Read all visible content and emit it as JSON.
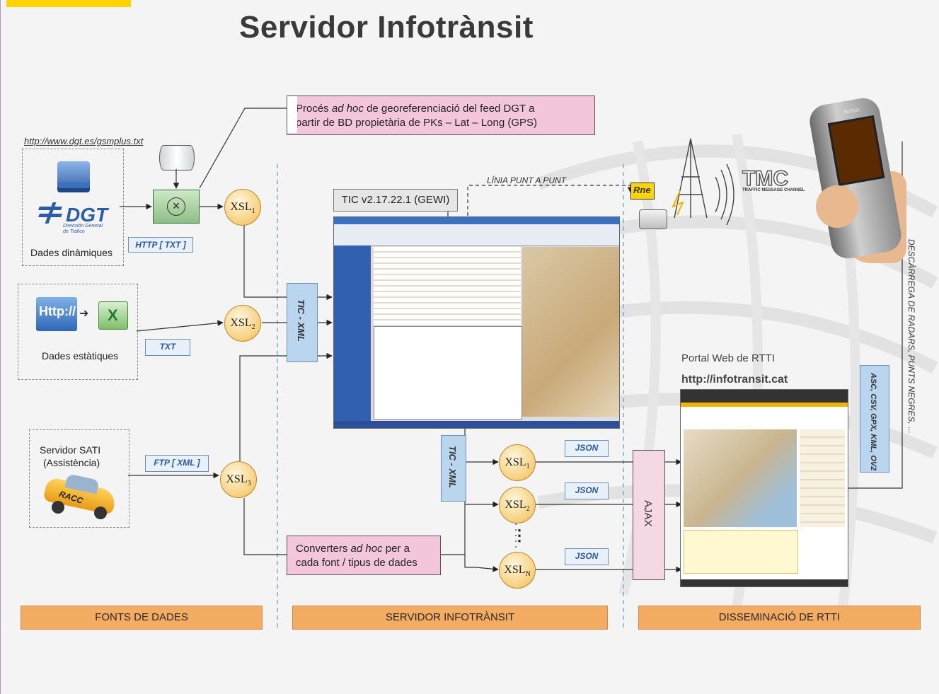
{
  "title": "Servidor Infotrànsit",
  "sources": {
    "dgt_url": "http://www.dgt.es/gsmplus.txt",
    "dgt_logo": "DGT",
    "dgt_sub": "Dirección General de Tráfico",
    "dynamic_label": "Dades dinàmiques",
    "http_txt": "HTTP [ TXT ]",
    "http_logo": "Http://",
    "excel_logo": "X",
    "static_label": "Dades estàtiques",
    "txt": "TXT",
    "sati_line1": "Servidor SATI",
    "sati_line2": "(Assistència)",
    "car_logo": "RACC",
    "ftp_xml": "FTP [ XML ]"
  },
  "xsl": {
    "base": "XSL",
    "sub1": "1",
    "sub2": "2",
    "sub3": "3",
    "subN": "N"
  },
  "callouts": {
    "georef_pre": "Procés ",
    "georef_em": "ad hoc",
    "georef_post": " de georeferenciació del feed DGT a",
    "georef_line2": "partir de BD propietària de PKs – Lat – Long (GPS)",
    "conv_pre": "Converters ",
    "conv_em": "ad hoc",
    "conv_post": " per a",
    "conv_line2": "cada font / tipus de dades"
  },
  "server": {
    "tic_version": "TIC v2.17.22.1 (GEWI)",
    "tic_xml": "TIC - XML",
    "linia": "LÍNIA PUNT A PUNT",
    "json": "JSON",
    "ajax": "AJAX",
    "dots": "⋮"
  },
  "dissemination": {
    "rne_logo": "Rne",
    "tmc_logo": "TMC",
    "tmc_sub": "TRAFFIC MESSAGE CHANNEL",
    "phone_brand": "NOKIA",
    "portal_label": "Portal Web de RTTI",
    "portal_url": "http://infotransit.cat",
    "formats": "ASC, CSV, GPX, KML, OV2",
    "download": "DESCÀRREGA DE RADARS, PUNTS NEGRES, ..."
  },
  "footer": {
    "sources": "FONTS DE DADES",
    "server": "SERVIDOR INFOTRÀNSIT",
    "dissemination": "DISSEMINACIÓ DE RTTI"
  }
}
